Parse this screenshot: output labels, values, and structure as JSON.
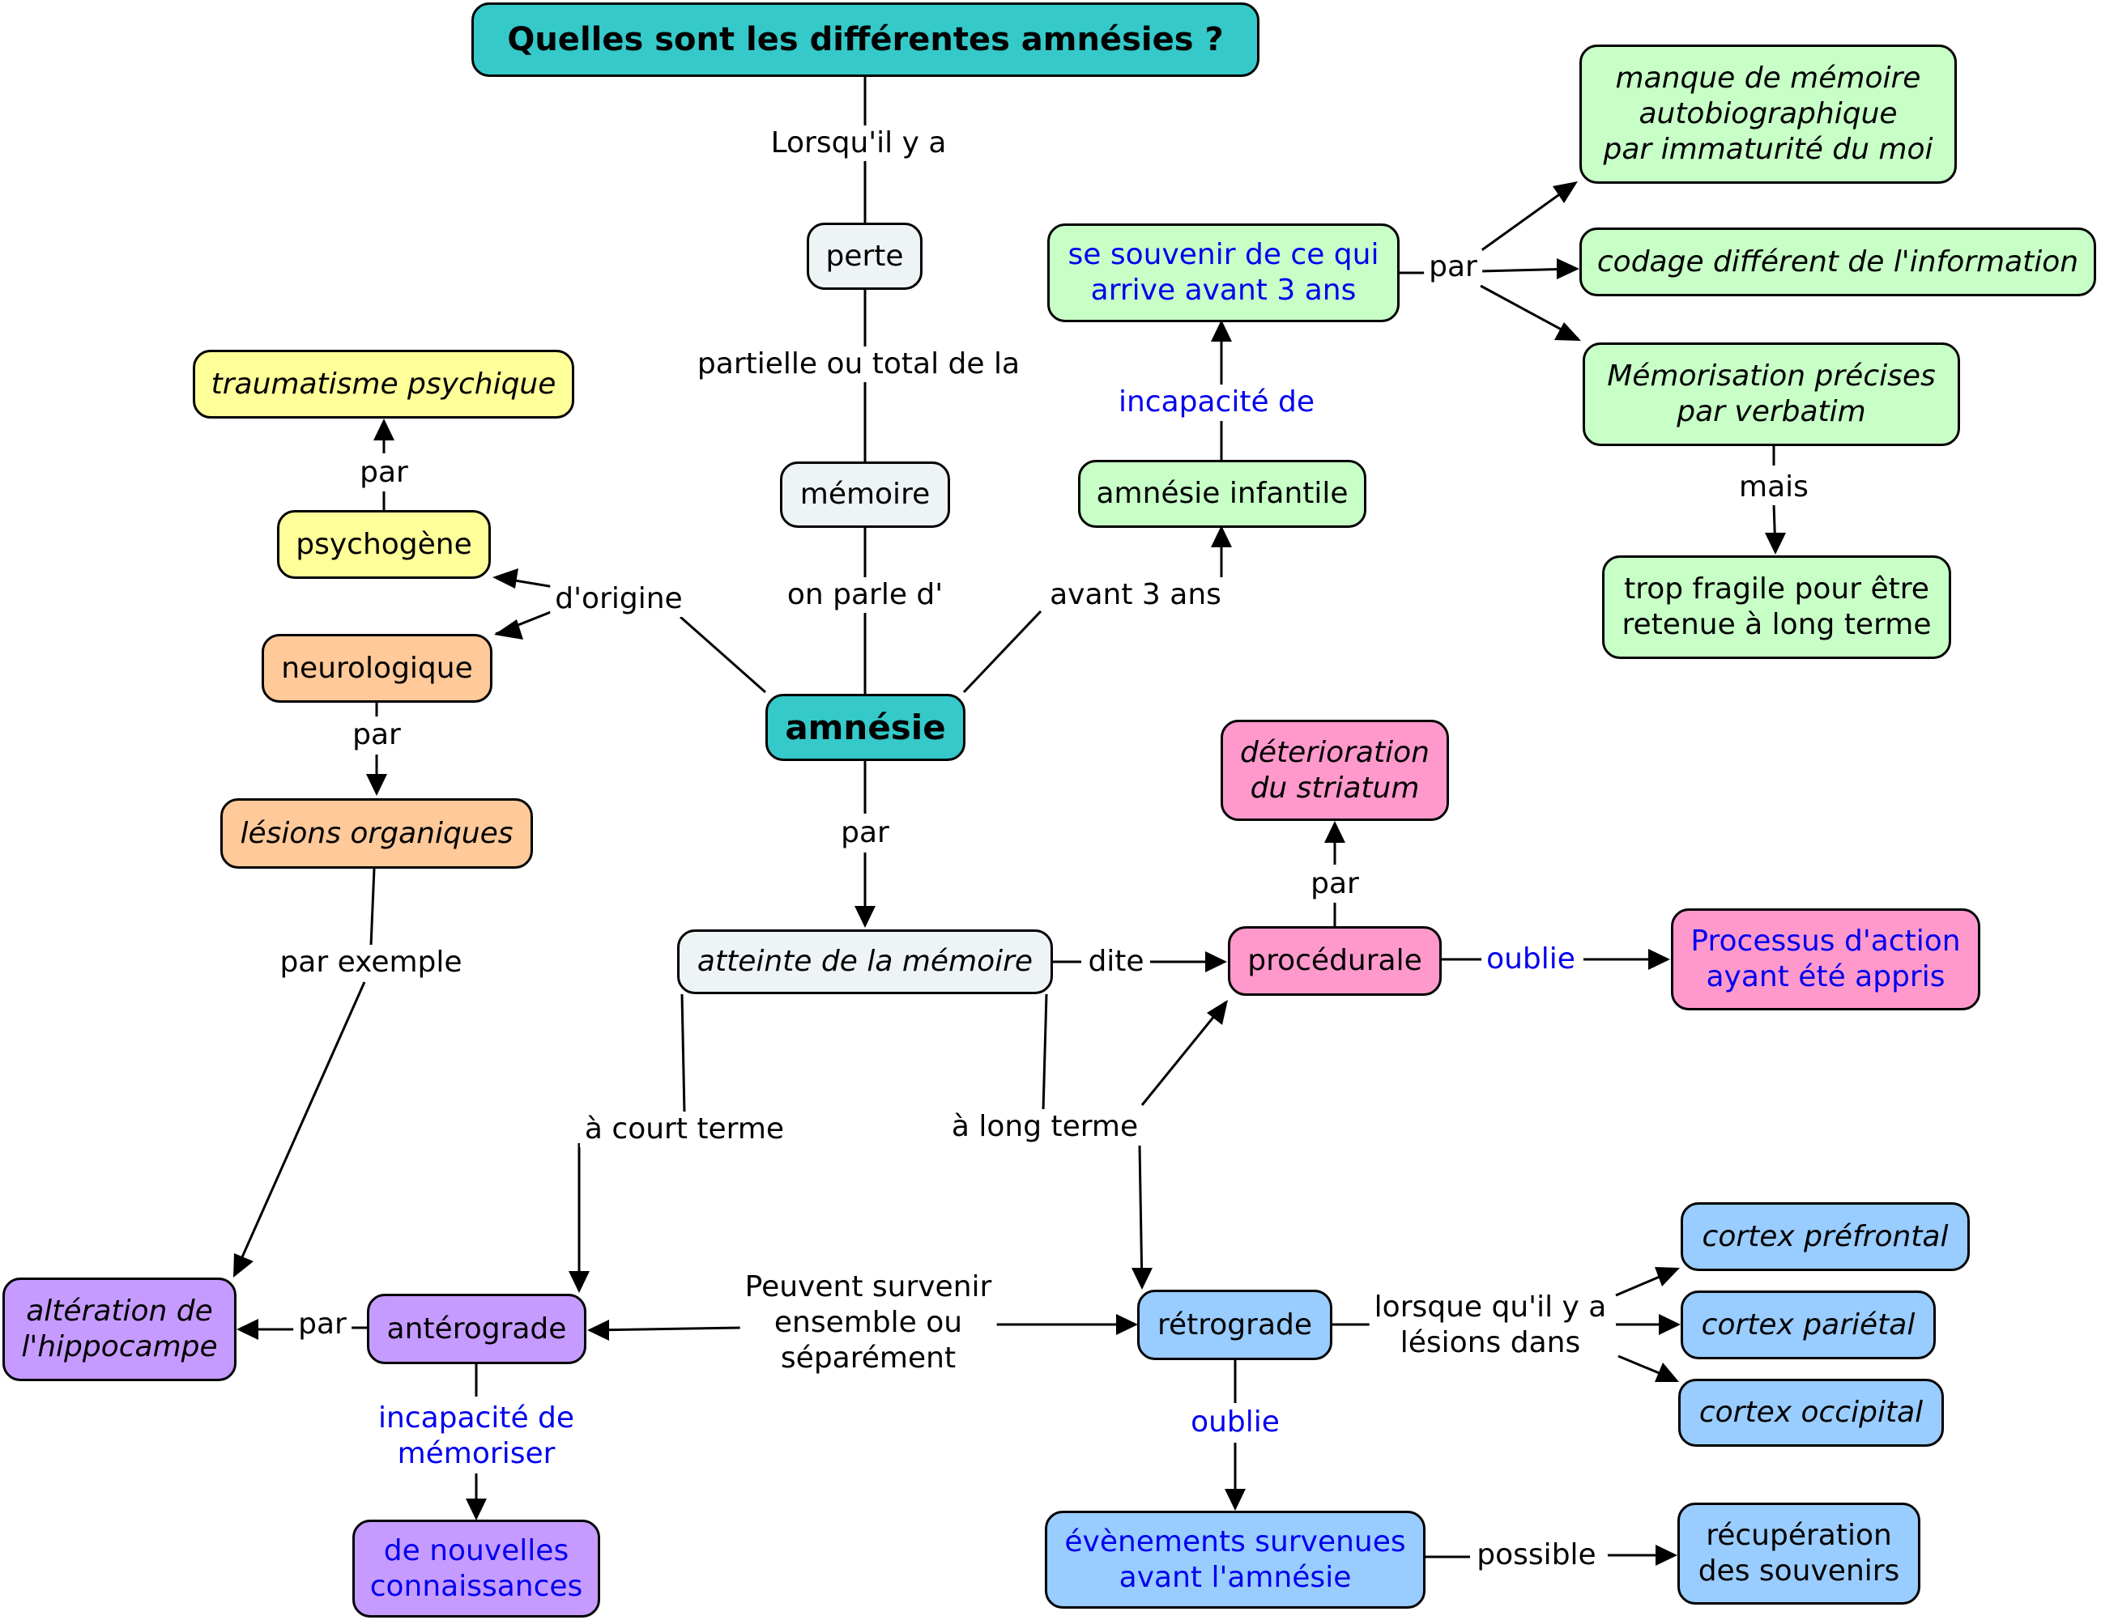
{
  "colors": {
    "teal": "#35c9c9",
    "grey": "#eef4f5",
    "yellow": "#ffff99",
    "orange": "#ffc999",
    "green": "#c7ffc7",
    "pink": "#ff99cc",
    "purple": "#c69bff",
    "blue": "#99ccff",
    "blue_text": "#0000ee",
    "line": "#000000"
  },
  "nodes": {
    "title": "Quelles sont les différentes amnésies ?",
    "perte": "perte",
    "memoire": "mémoire",
    "amnesie": "amnésie",
    "traumatisme": "traumatisme psychique",
    "psychogene": "psychogène",
    "neurologique": "neurologique",
    "lesions": "lésions organiques",
    "souvenir": "se souvenir de ce qui\narrive avant 3 ans",
    "infantile": "amnésie infantile",
    "manque": "manque de mémoire\nautobiographique\npar immaturité du moi",
    "codage": "codage différent de l'information",
    "memorisation": "Mémorisation précises\npar verbatim",
    "fragile": "trop fragile pour être\nretenue à long terme",
    "atteinte": "atteinte de la mémoire",
    "procedurale": "procédurale",
    "deterioration": "déterioration\ndu striatum",
    "processus": "Processus d'action\nayant été appris",
    "alteration": "altération de\nl'hippocampe",
    "anterograde": "antérograde",
    "nouvelles": "de nouvelles\nconnaissances",
    "retrograde": "rétrograde",
    "prefrontal": "cortex préfrontal",
    "parietal": "cortex pariétal",
    "occipital": "cortex occipital",
    "evenements": "évènements survenues\navant l'amnésie",
    "recuperation": "récupération\ndes souvenirs"
  },
  "links": {
    "lorsquil": "Lorsqu'il y a",
    "partielle": "partielle ou total de la",
    "on_parle": "on parle d'",
    "d_origine": "d'origine",
    "par_trauma": "par",
    "par_lesions": "par",
    "avant_3": "avant 3 ans",
    "incapacite": "incapacité de",
    "par_codage": "par",
    "mais": "mais",
    "par_atteinte": "par",
    "dite": "dite",
    "par_deterioration": "par",
    "oublie_proc": "oublie",
    "par_exemple": "par exemple",
    "court": "à court terme",
    "long": "à long terme",
    "par_alteration": "par",
    "incapacite_mem": "incapacité de\nmémoriser",
    "ensemble": "Peuvent survenir\nensemble ou\nséparément",
    "lorsque_lesions": "lorsque qu'il y a\nlésions dans",
    "oublie_retro": "oublie",
    "possible": "possible"
  }
}
